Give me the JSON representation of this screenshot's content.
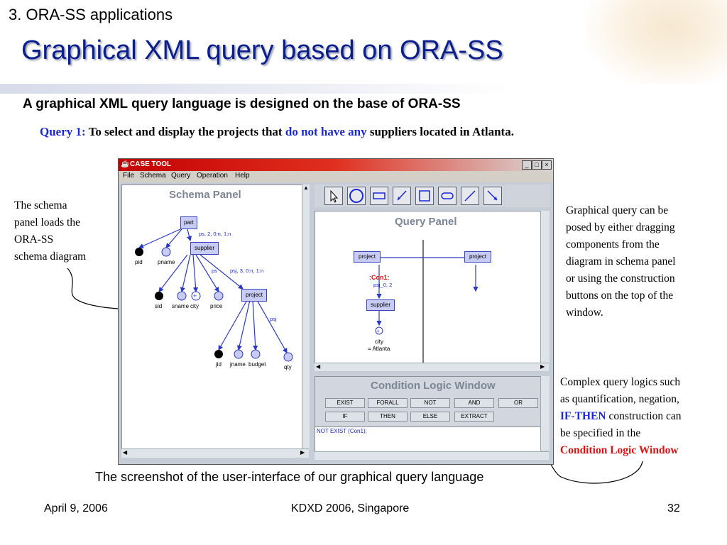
{
  "slide": {
    "section": "3. ORA-SS applications",
    "title": "Graphical XML query based on ORA-SS",
    "subtitle": "A graphical XML query language is designed on the base of ORA-SS",
    "query_label": "Query 1:",
    "query_text_1": "To select and display the projects that",
    "query_highlight": "do not have any",
    "query_text_2": "suppliers located in Atlanta.",
    "note_left": [
      "The schema",
      "panel loads the",
      "ORA-SS",
      "schema diagram"
    ],
    "note_right": [
      "Graphical query can be",
      "posed by either dragging",
      "components from the",
      "diagram in schema panel",
      "or using the construction",
      "buttons on the top of the",
      "window."
    ],
    "note_bottom": {
      "line1": "Complex query logics such",
      "line2": "as quantification, negation,",
      "ifthen": "IF-THEN",
      "line3_rest": "construction can",
      "line4": "be specified in the",
      "clw": "Condition Logic Window"
    },
    "caption": "The screenshot of the user-interface of our graphical query language",
    "footer_date": "April 9, 2006",
    "footer_event": "KDXD 2006, Singapore",
    "footer_page": "32"
  },
  "app": {
    "window_title": "CASE TOOL",
    "menu": [
      "File",
      "Schema",
      "Query",
      "Operation",
      "Help"
    ],
    "schema_panel_title": "Schema Panel",
    "query_panel_title": "Query Panel",
    "condition_title": "Condition Logic Window",
    "condition_buttons_row1": [
      "EXIST",
      "FORALL",
      "NOT",
      "AND",
      "OR"
    ],
    "condition_buttons_row2": [
      "IF",
      "THEN",
      "ELSE",
      "EXTRACT"
    ],
    "condition_text": "NOT EXIST (Con1);",
    "tools": [
      "pointer-tool",
      "circle-tool",
      "rectangle-tool",
      "arrow-tool",
      "square-tool",
      "rounded-rect-tool",
      "line-tool",
      "diagonal-arrow-tool"
    ],
    "schema": {
      "part": "part",
      "supplier": "supplier",
      "project": "project",
      "edge_ps": "ps, 2, 0:n, 1:n",
      "edge_ps2": "ps",
      "edge_psj": "psj, 3, 0:n, 1:n",
      "edge_psj2": "psj",
      "pid": "pid",
      "pname": "pname",
      "sid": "sid",
      "sname": "sname",
      "city": "city",
      "price": "price",
      "jid": "jid",
      "jname": "jname",
      "budget": "budget",
      "qty": "qty"
    },
    "query": {
      "project_left": "project",
      "project_right": "project",
      "con1": ":Con1:",
      "psj_edge": "psj_0, 2",
      "supplier": "supplier",
      "city": "city",
      "city_cond": "= Atlanta"
    }
  },
  "colors": {
    "title": "#0a1e8c",
    "highlight_blue": "#1a28d6",
    "highlight_red": "#e01010",
    "node_fill": "#c8ccf2",
    "edge": "#2a38c8"
  }
}
